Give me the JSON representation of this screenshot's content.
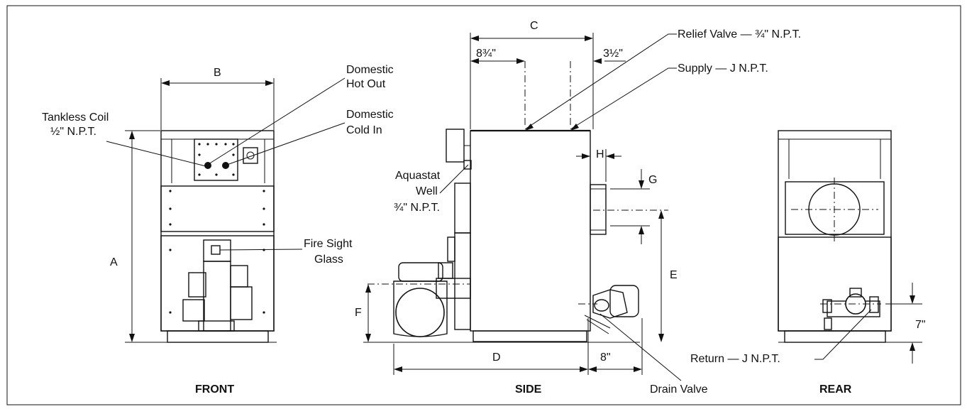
{
  "views": {
    "front": "FRONT",
    "side": "SIDE",
    "rear": "REAR"
  },
  "dimensions": {
    "a": "A",
    "b": "B",
    "c": "C",
    "d": "D",
    "e": "E",
    "f": "F",
    "g": "G",
    "h": "H",
    "c_left": "8¾\"",
    "c_right": "3½\"",
    "d_right": "8\"",
    "rear_height": "7\""
  },
  "callouts": {
    "tankless_line1": "Tankless Coil",
    "tankless_line2": "½\" N.P.T.",
    "hot_line1": "Domestic",
    "hot_line2": "Hot Out",
    "cold_line1": "Domestic",
    "cold_line2": "Cold In",
    "sight_line1": "Fire Sight",
    "sight_line2": "Glass",
    "relief": "Relief Valve — ¾\" N.P.T.",
    "supply": "Supply — J  N.P.T.",
    "aquastat_line1": "Aquastat",
    "aquastat_line2": "Well",
    "aquastat_line3": "¾\" N.P.T.",
    "drain": "Drain Valve",
    "return": "Return — J  N.P.T."
  }
}
